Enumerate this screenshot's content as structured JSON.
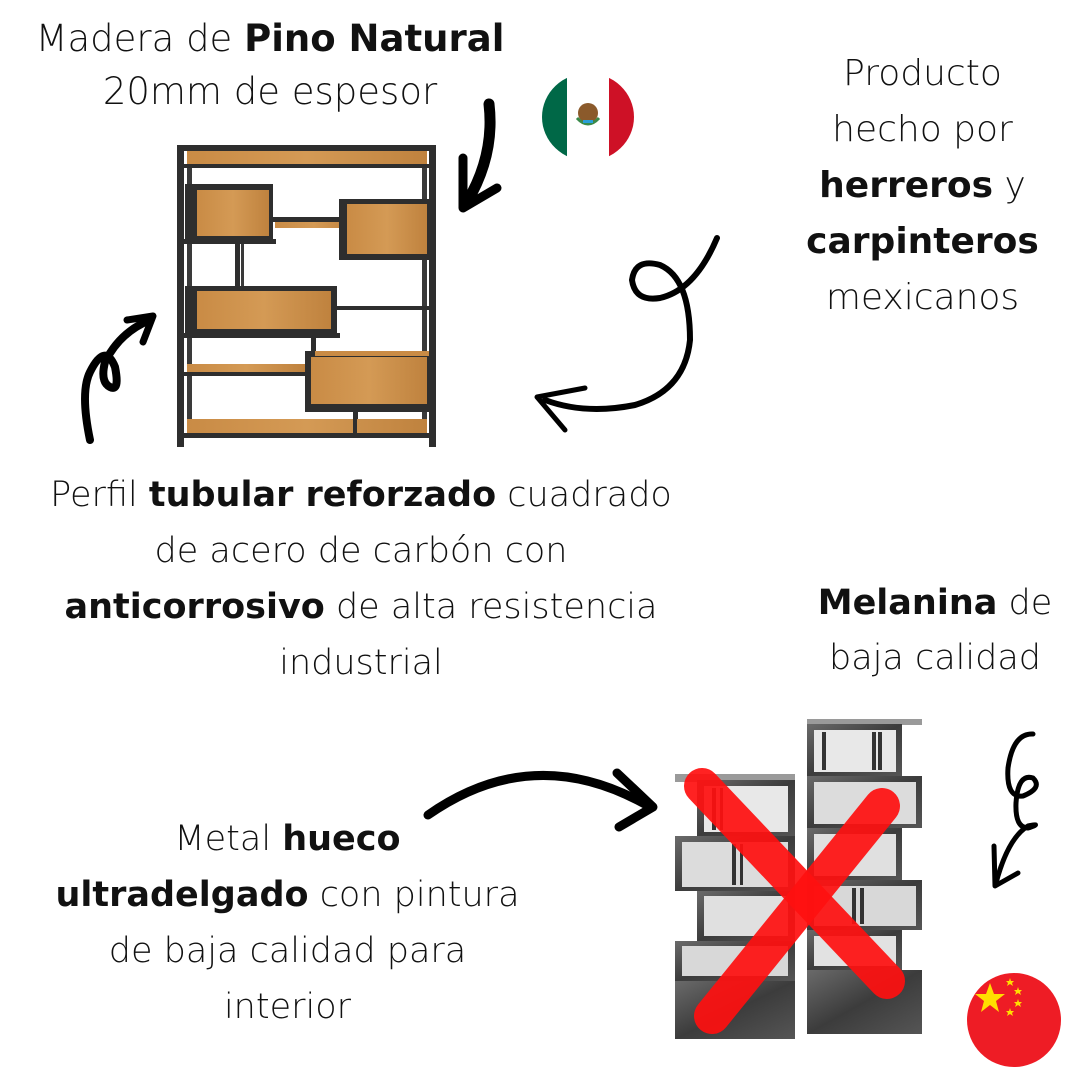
{
  "colors": {
    "text": "#111111",
    "wood": "#C98B45",
    "wood_dark": "#A96D30",
    "steel": "#2E2E2E",
    "mx_green": "#006847",
    "mx_red": "#CE1126",
    "cn_red": "#EE1C25",
    "cn_yellow": "#FFDE00",
    "cross_red": "#FF1010"
  },
  "top_left_caption": {
    "line1_regular": "Madera de ",
    "line1_bold": "Pino Natural",
    "line2": "20mm de espesor"
  },
  "top_right_caption": {
    "line1": "Producto",
    "line2": "hecho por",
    "line3_bold": "herreros",
    "line3_regular": " y",
    "line4_bold": "carpinteros",
    "line5": "mexicanos"
  },
  "middle_caption": {
    "line1_regular_a": "Perfil ",
    "line1_bold": "tubular reforzado",
    "line1_regular_b": " cuadrado",
    "line2": "de acero de carbón con",
    "line3_bold": "anticorrosivo",
    "line3_regular": " de alta resistencia",
    "line4": "industrial"
  },
  "right_caption": {
    "line1_bold": "Melanina",
    "line1_regular": " de",
    "line2": "baja calidad"
  },
  "bottom_left_caption": {
    "line1_regular": "Metal ",
    "line1_bold": "hueco",
    "line2_bold": "ultradelgado",
    "line2_regular": " con pintura",
    "line3": "de baja calidad para",
    "line4": "interior"
  },
  "images": {
    "mexican_shelf": "Mexican industrial pine & steel shelf",
    "chinese_shelf": "Low-quality melamine bookshelves crossed out",
    "mexico_flag": "Mexico flag",
    "china_flag": "China flag"
  }
}
